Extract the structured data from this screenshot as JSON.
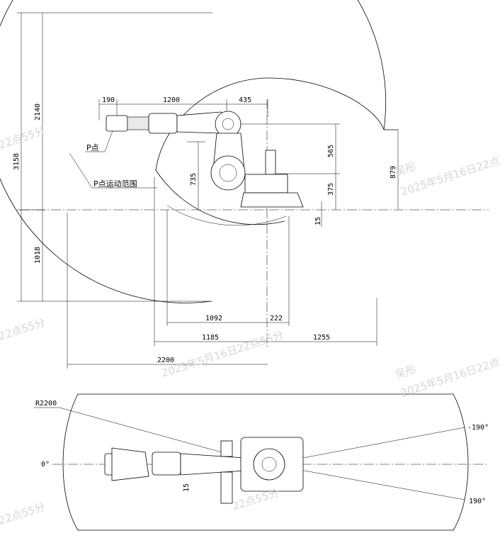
{
  "side_view": {
    "dims": {
      "total_height": "3158",
      "upper_height": "2140",
      "lower_height": "1018",
      "flange": "190",
      "forearm": "1200",
      "elbow_offset": "435",
      "shoulder_offset": "565",
      "base_height": "375",
      "right_height": "879",
      "inner_height": "735",
      "base_clear": "15",
      "reach_inner": "1092",
      "base_offset": "222",
      "back_radius": "1185",
      "right_radius": "1255",
      "max_reach": "2200"
    },
    "labels": {
      "p_point": "P点",
      "p_range": "P点运动范围"
    }
  },
  "top_view": {
    "radius_label": "R2200",
    "angle_zero": "0°",
    "angle_neg": "-190°",
    "angle_pos": "190°",
    "offset": "15"
  },
  "watermark": {
    "name": "吴彤",
    "timestamp": "2025年5月16日22点55分",
    "short": "22点55分"
  }
}
